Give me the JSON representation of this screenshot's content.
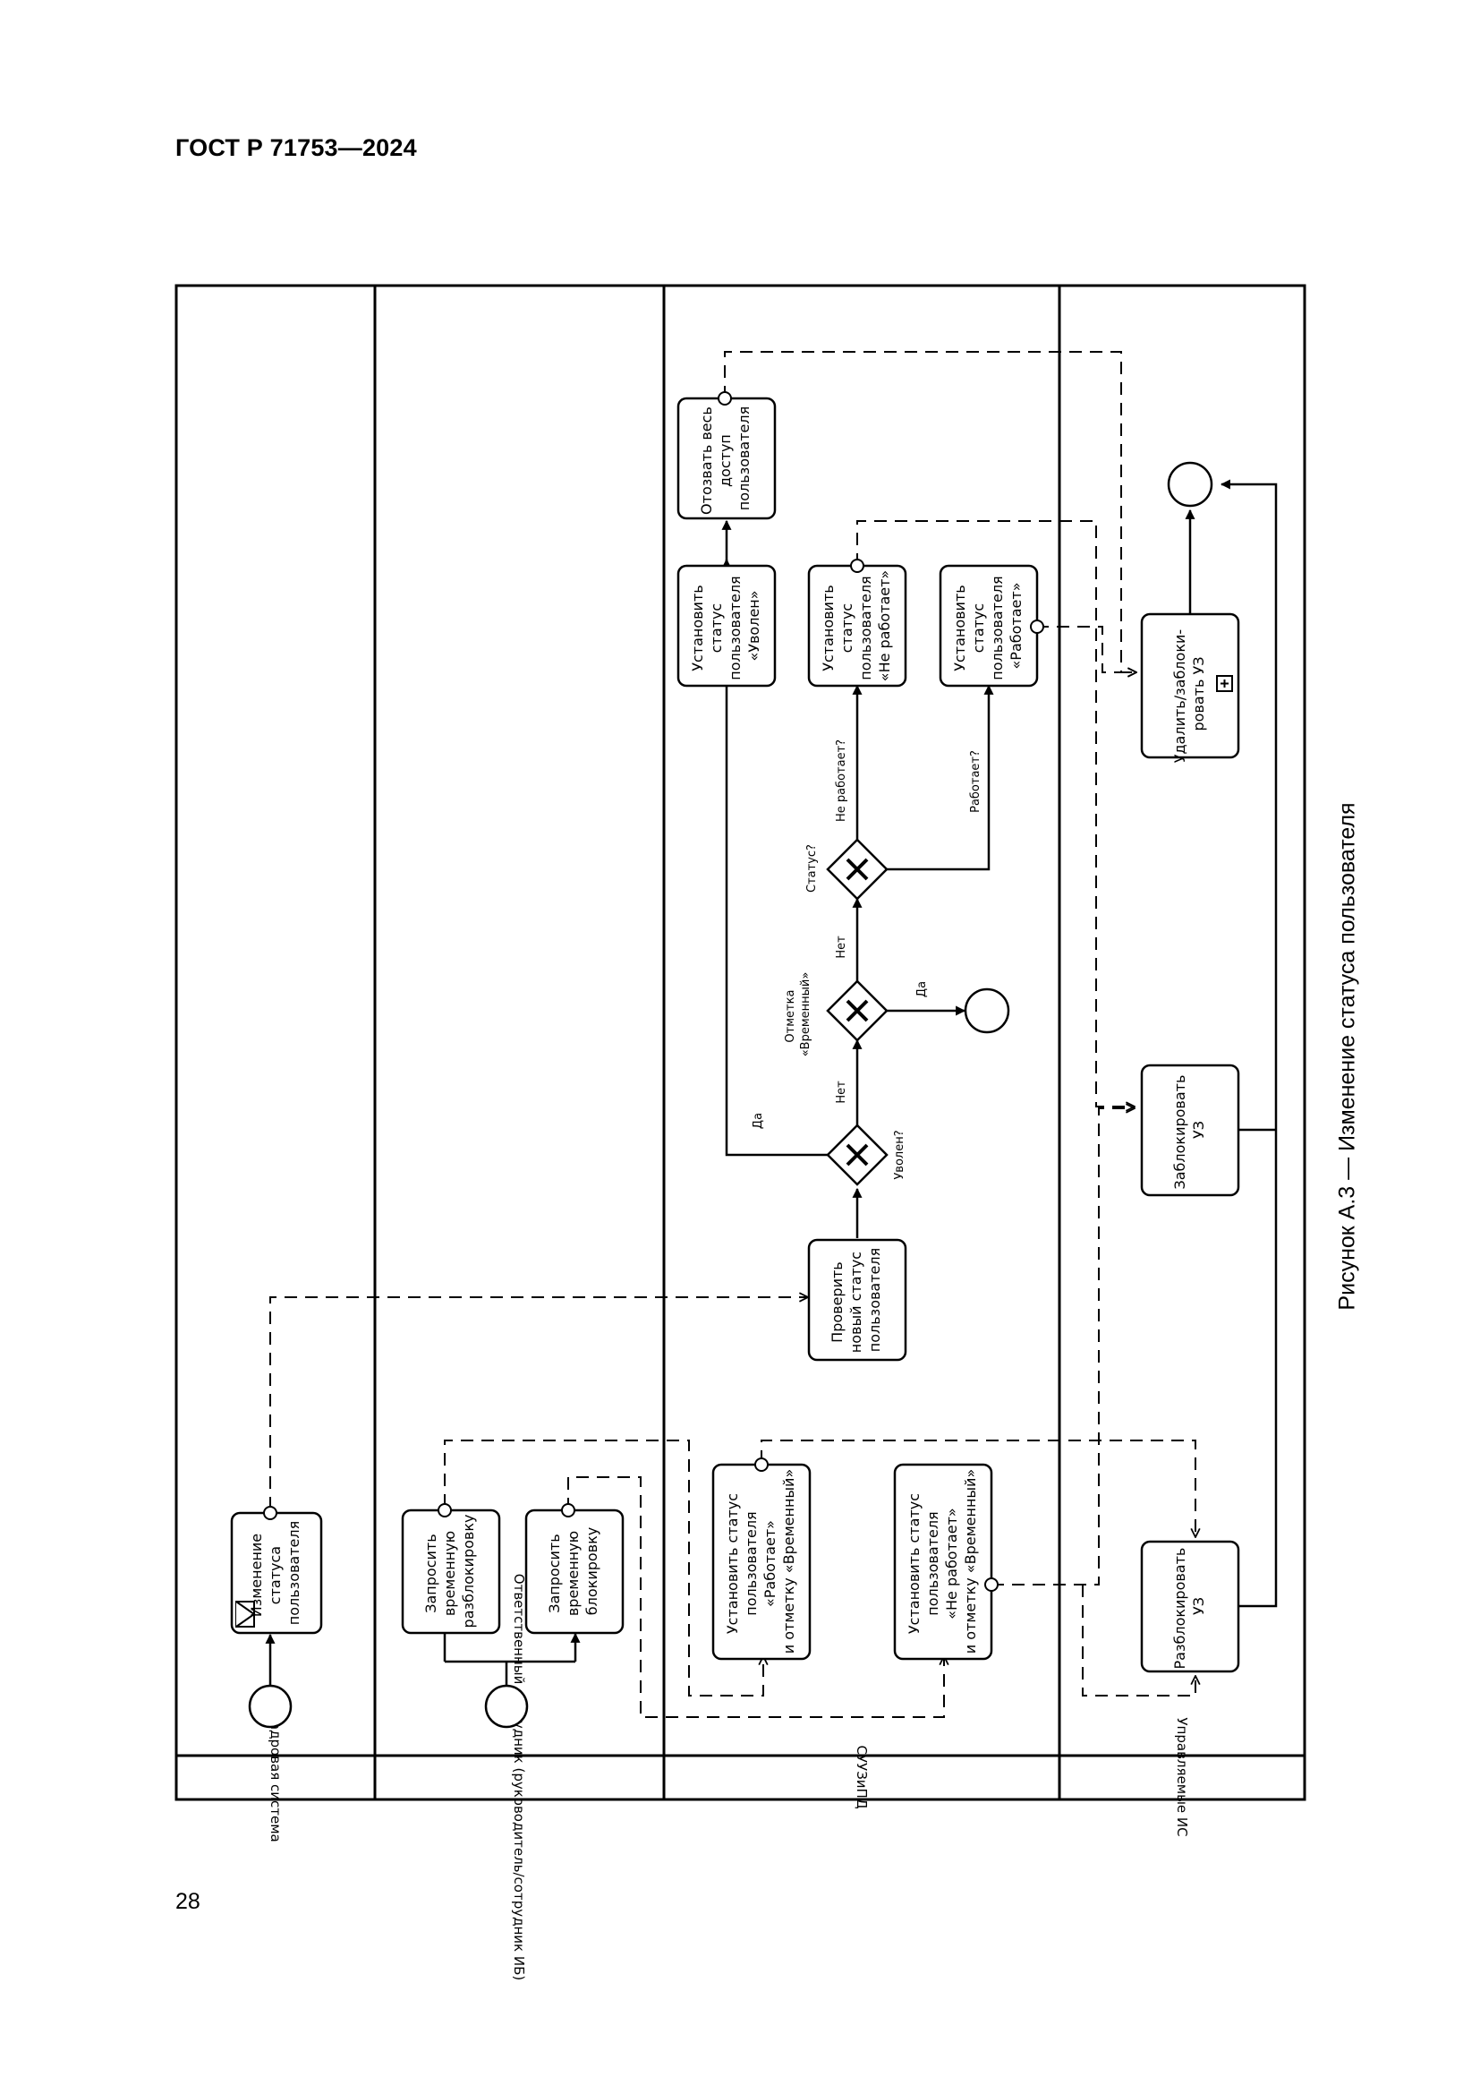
{
  "header": {
    "document_code": "ГОСТ Р 71753—2024"
  },
  "figure": {
    "caption": "Рисунок А.3 — Изменение статуса пользователя"
  },
  "page": {
    "number": "28"
  },
  "lanes": [
    {
      "id": "hr",
      "label": "Кадровая система"
    },
    {
      "id": "responsible",
      "label": "Ответственный сотрудник (руководитель/сотрудник ИБ)"
    },
    {
      "id": "suuzpd",
      "label": "СУУЗиПД"
    },
    {
      "id": "managed",
      "label": "Управляемые ИС"
    }
  ],
  "tasks": {
    "hr_change": {
      "lines": [
        "Изменение",
        "статуса",
        "пользователя"
      ]
    },
    "req_unblock": {
      "lines": [
        "Запросить",
        "временную",
        "разблокировку"
      ]
    },
    "req_block": {
      "lines": [
        "Запросить",
        "временную",
        "блокировку"
      ]
    },
    "set_working_temp": {
      "lines": [
        "Установить статус",
        "пользователя",
        "«Работает»",
        "и отметку «Временный»"
      ]
    },
    "set_notworking_temp": {
      "lines": [
        "Установить статус",
        "пользователя",
        "«Не работает»",
        "и отметку «Временный»"
      ]
    },
    "check_status": {
      "lines": [
        "Проверить",
        "новый статус",
        "пользователя"
      ]
    },
    "set_fired": {
      "lines": [
        "Установить",
        "статус",
        "пользователя",
        "«Уволен»"
      ]
    },
    "revoke_access": {
      "lines": [
        "Отозвать весь",
        "доступ",
        "пользователя"
      ]
    },
    "set_notworking": {
      "lines": [
        "Установить",
        "статус",
        "пользователя",
        "«Не работает»"
      ]
    },
    "set_working": {
      "lines": [
        "Установить",
        "статус",
        "пользователя",
        "«Работает»"
      ]
    },
    "unblock_acc": {
      "lines": [
        "Разблокировать",
        "УЗ"
      ]
    },
    "block_acc": {
      "lines": [
        "Заблокировать",
        "УЗ"
      ]
    },
    "delete_block": {
      "lines": [
        "Удалить/заблоки-",
        "ровать УЗ"
      ]
    }
  },
  "gateways": {
    "g_fired": {
      "label": "Уволен?"
    },
    "g_temp": {
      "label": [
        "Отметка",
        "«Временный»"
      ]
    },
    "g_status": {
      "label": "Статус?"
    }
  },
  "flow_labels": {
    "g_fired_yes": "Да",
    "g_fired_no": "Нет",
    "g_temp_yes": "Да",
    "g_temp_no": "Нет",
    "g_status_notworking": "Не работает?",
    "g_status_working": "Работает?"
  },
  "colors": {
    "line": "#000000",
    "background": "#ffffff"
  },
  "icons": [
    "envelope-icon",
    "subprocess-plus-icon",
    "gateway-x-icon"
  ]
}
